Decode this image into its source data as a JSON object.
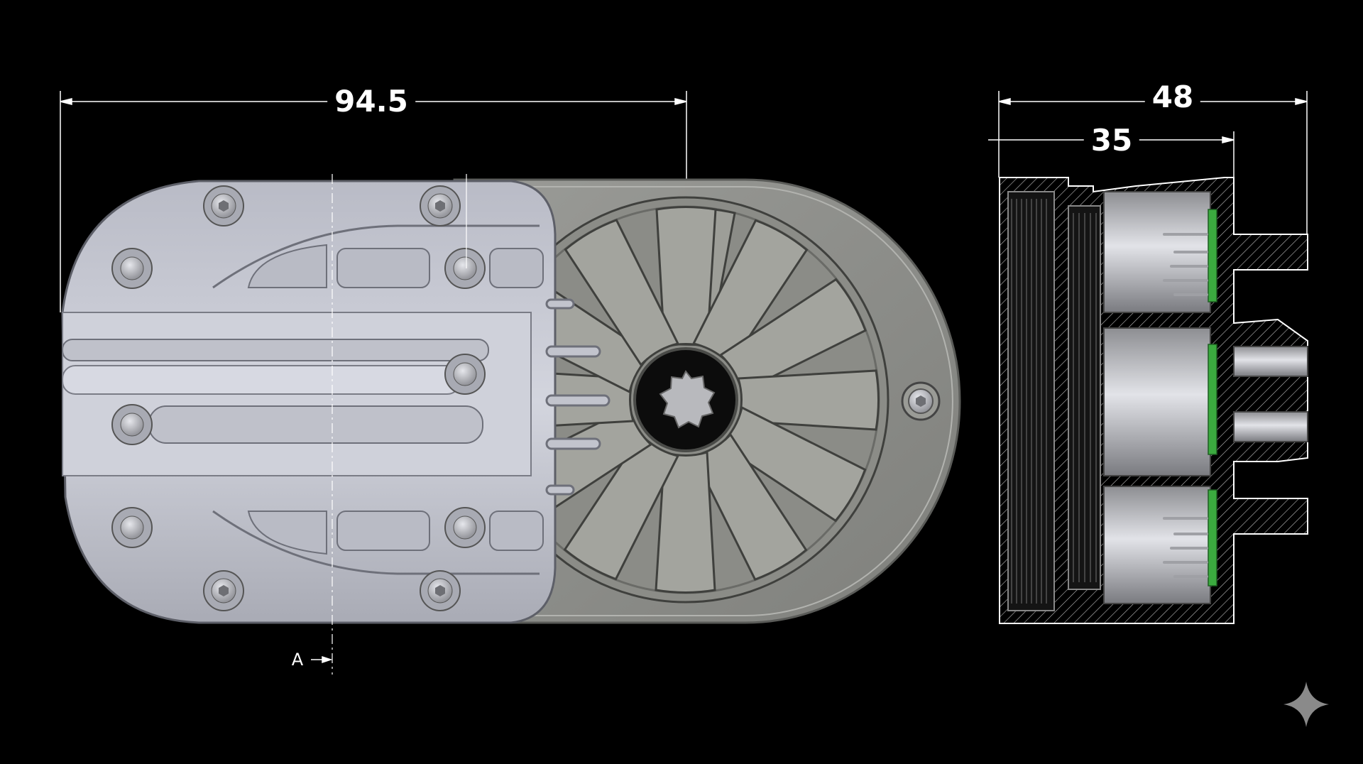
{
  "drawing": {
    "title": "Gearbox housing — top view and section view",
    "background_color": "#000000",
    "line_color": "#FFFFFF",
    "body_color_main": "#8E8F8C",
    "plate_color": "#C9CBD6",
    "seal_color": "#3BAA3F"
  },
  "dimensions": {
    "overall_length": {
      "value": "94.5",
      "units": "mm"
    },
    "section_outer_width": {
      "value": "48",
      "units": "mm"
    },
    "section_inner_width": {
      "value": "35",
      "units": "mm"
    }
  },
  "section_marker": {
    "label": "A"
  },
  "views": [
    {
      "name": "top-view",
      "features": [
        "cover-plate",
        "10 hex socket screws",
        "ribbed wheel face",
        "splined hub",
        "mounting screw"
      ]
    },
    {
      "name": "section-view",
      "features": [
        "hatched housing",
        "three seal rings (green)",
        "connector pins",
        "stepped outlet bosses"
      ]
    }
  ],
  "watermark": {
    "icon": "sparkle-icon"
  }
}
